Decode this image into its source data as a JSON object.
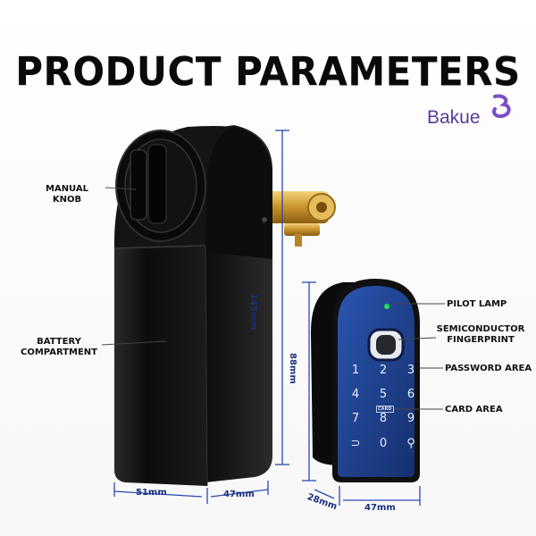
{
  "header": {
    "title": "PRODUCT PARAMETERS"
  },
  "brand": {
    "name": "Bakue",
    "color": "#5b3a9a",
    "icon": "bakue-logo-icon"
  },
  "callouts": {
    "manual_knob": "MANUAL\nKNOB",
    "battery": "BATTERY\nCOMPARTMENT",
    "pilot_lamp": "PILOT LAMP",
    "fingerprint": "SEMICONDUCTOR\nFINGERPRINT",
    "password": "PASSWORD AREA",
    "card": "CARD AREA"
  },
  "dimensions": {
    "lock_height": "145mm",
    "lock_depth": "51mm",
    "lock_width": "47mm",
    "keypad_height": "88mm",
    "keypad_depth": "28mm",
    "keypad_width": "47mm"
  },
  "keypad": {
    "keys": [
      "1",
      "2",
      "3",
      "4",
      "5",
      "6",
      "7",
      "8",
      "9",
      "⊃",
      "0",
      "⚲"
    ],
    "card_label": "CARD"
  },
  "colors": {
    "dimension_line": "#2a4ab0",
    "lock_body": "#111111",
    "keypad_face": "#1e3f8c",
    "pilot_lamp": "#27e04a",
    "cylinder": "#d9a93a"
  }
}
